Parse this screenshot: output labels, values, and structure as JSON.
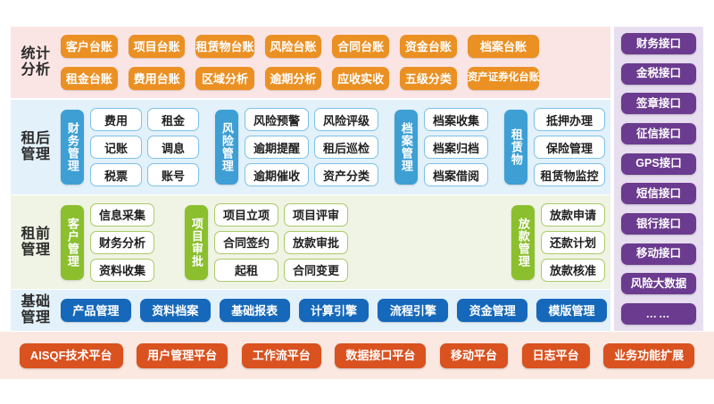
{
  "sections": {
    "statistics": {
      "label": "统计\n分析",
      "label_text": "统计分析",
      "color": "#eb9023",
      "band_color": "#fbe5e4",
      "items": [
        "客户台账",
        "项目台账",
        "租赁物台账",
        "风险台账",
        "合同台账",
        "资金台账",
        "档案台账",
        "租金台账",
        "费用台账",
        "区域分析",
        "逾期分析",
        "应收实收",
        "五级分类",
        "资产证券化台账"
      ]
    },
    "post_lease": {
      "label_text": "租后管理",
      "band_color": "#e3f1fa",
      "tab_color": "#3d9fd4",
      "groups": [
        {
          "tab": "财务管理",
          "items": [
            "费用",
            "租金",
            "记账",
            "调息",
            "税票",
            "账号"
          ],
          "layout": "2col"
        },
        {
          "tab": "风险管理",
          "items": [
            "风险预警",
            "风险评级",
            "逾期提醒",
            "租后巡检",
            "逾期催收",
            "资产分类"
          ],
          "layout": "2col"
        },
        {
          "tab": "档案管理",
          "items": [
            "档案收集",
            "档案归档",
            "档案借阅"
          ],
          "layout": "1col"
        },
        {
          "tab": "租赁物",
          "items": [
            "抵押办理",
            "保险管理",
            "租赁物监控"
          ],
          "layout": "1col"
        }
      ]
    },
    "pre_lease": {
      "label_text": "租前管理",
      "band_color": "#f0f4e4",
      "tab_color": "#8bbf2e",
      "groups": [
        {
          "tab": "客户管理",
          "items": [
            "信息采集",
            "财务分析",
            "资料收集"
          ],
          "layout": "1col"
        },
        {
          "tab": "项目审批",
          "items": [
            "项目立项",
            "项目评审",
            "合同签约",
            "放款审批",
            "起租",
            "合同变更"
          ],
          "layout": "2col"
        },
        {
          "tab": "放款管理",
          "items": [
            "放款申请",
            "还款计划",
            "放款核准"
          ],
          "layout": "1col"
        }
      ]
    },
    "basic": {
      "label_text": "基础管理",
      "band_color": "#e3f1fa",
      "color": "#1668ba",
      "items": [
        "产品管理",
        "资料档案",
        "基础报表",
        "计算引擎",
        "流程引擎",
        "资金管理",
        "模版管理"
      ]
    },
    "platform": {
      "band_color": "#fbe9e1",
      "color": "#d9521f",
      "items": [
        "AISQF技术平台",
        "用户管理平台",
        "工作流平台",
        "数据接口平台",
        "移动平台",
        "日志平台",
        "业务功能扩展"
      ]
    },
    "interfaces": {
      "band_color": "#e7dff0",
      "color": "#6b3b8f",
      "items": [
        "财务接口",
        "金税接口",
        "签章接口",
        "征信接口",
        "GPS接口",
        "短信接口",
        "银行接口",
        "移动接口",
        "风险大数据",
        "……"
      ]
    }
  }
}
